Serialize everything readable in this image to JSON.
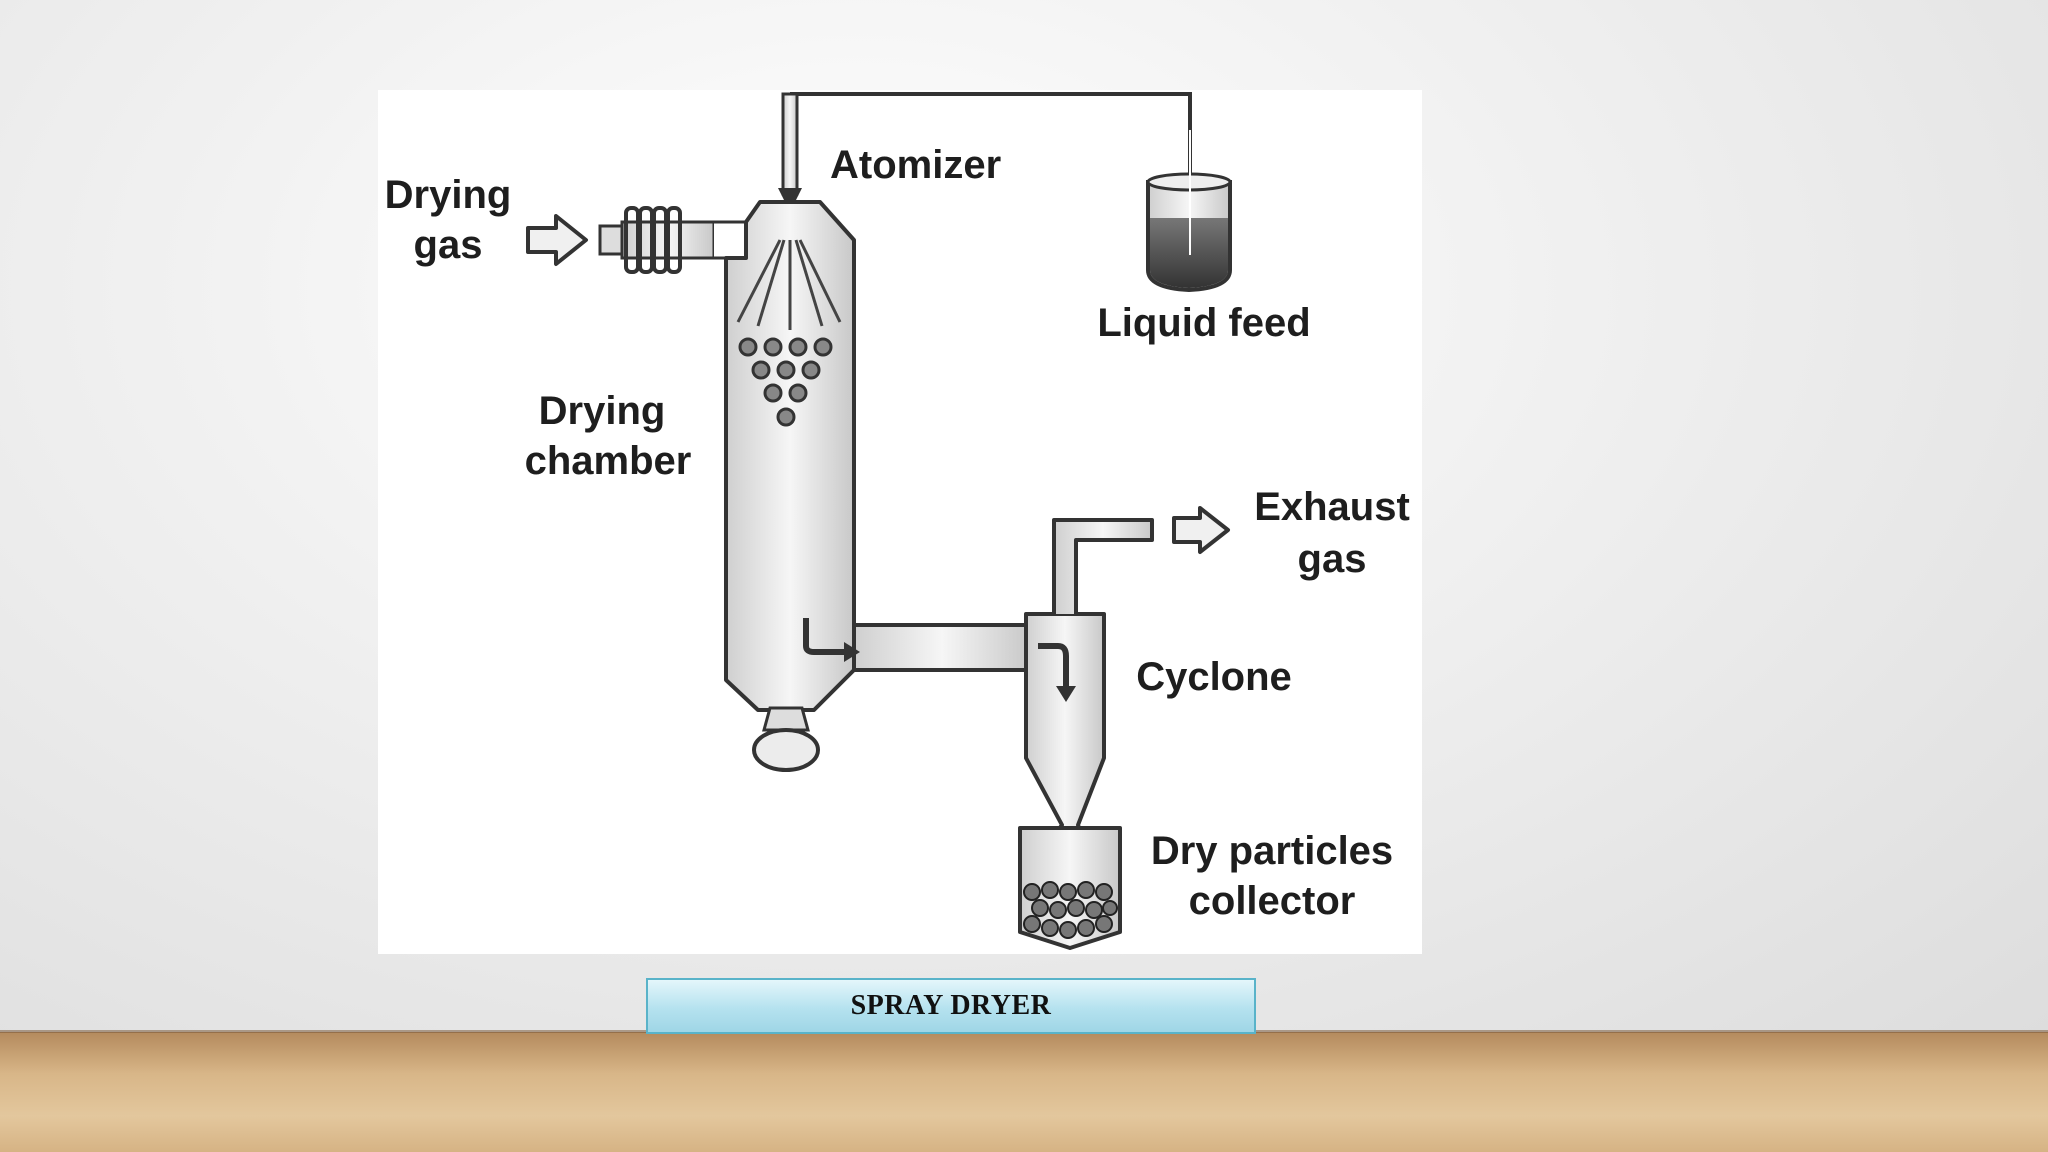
{
  "diagram": {
    "labels": {
      "drying_gas_line1": "Drying",
      "drying_gas_line2": "gas",
      "atomizer": "Atomizer",
      "liquid_feed": "Liquid feed",
      "drying_chamber_line1": "Drying",
      "drying_chamber_line2": "chamber",
      "exhaust_gas_line1": "Exhaust",
      "exhaust_gas_line2": "gas",
      "cyclone": "Cyclone",
      "collector_line1": "Dry particles",
      "collector_line2": "collector"
    }
  },
  "caption": {
    "title": "SPRAY DRYER"
  }
}
